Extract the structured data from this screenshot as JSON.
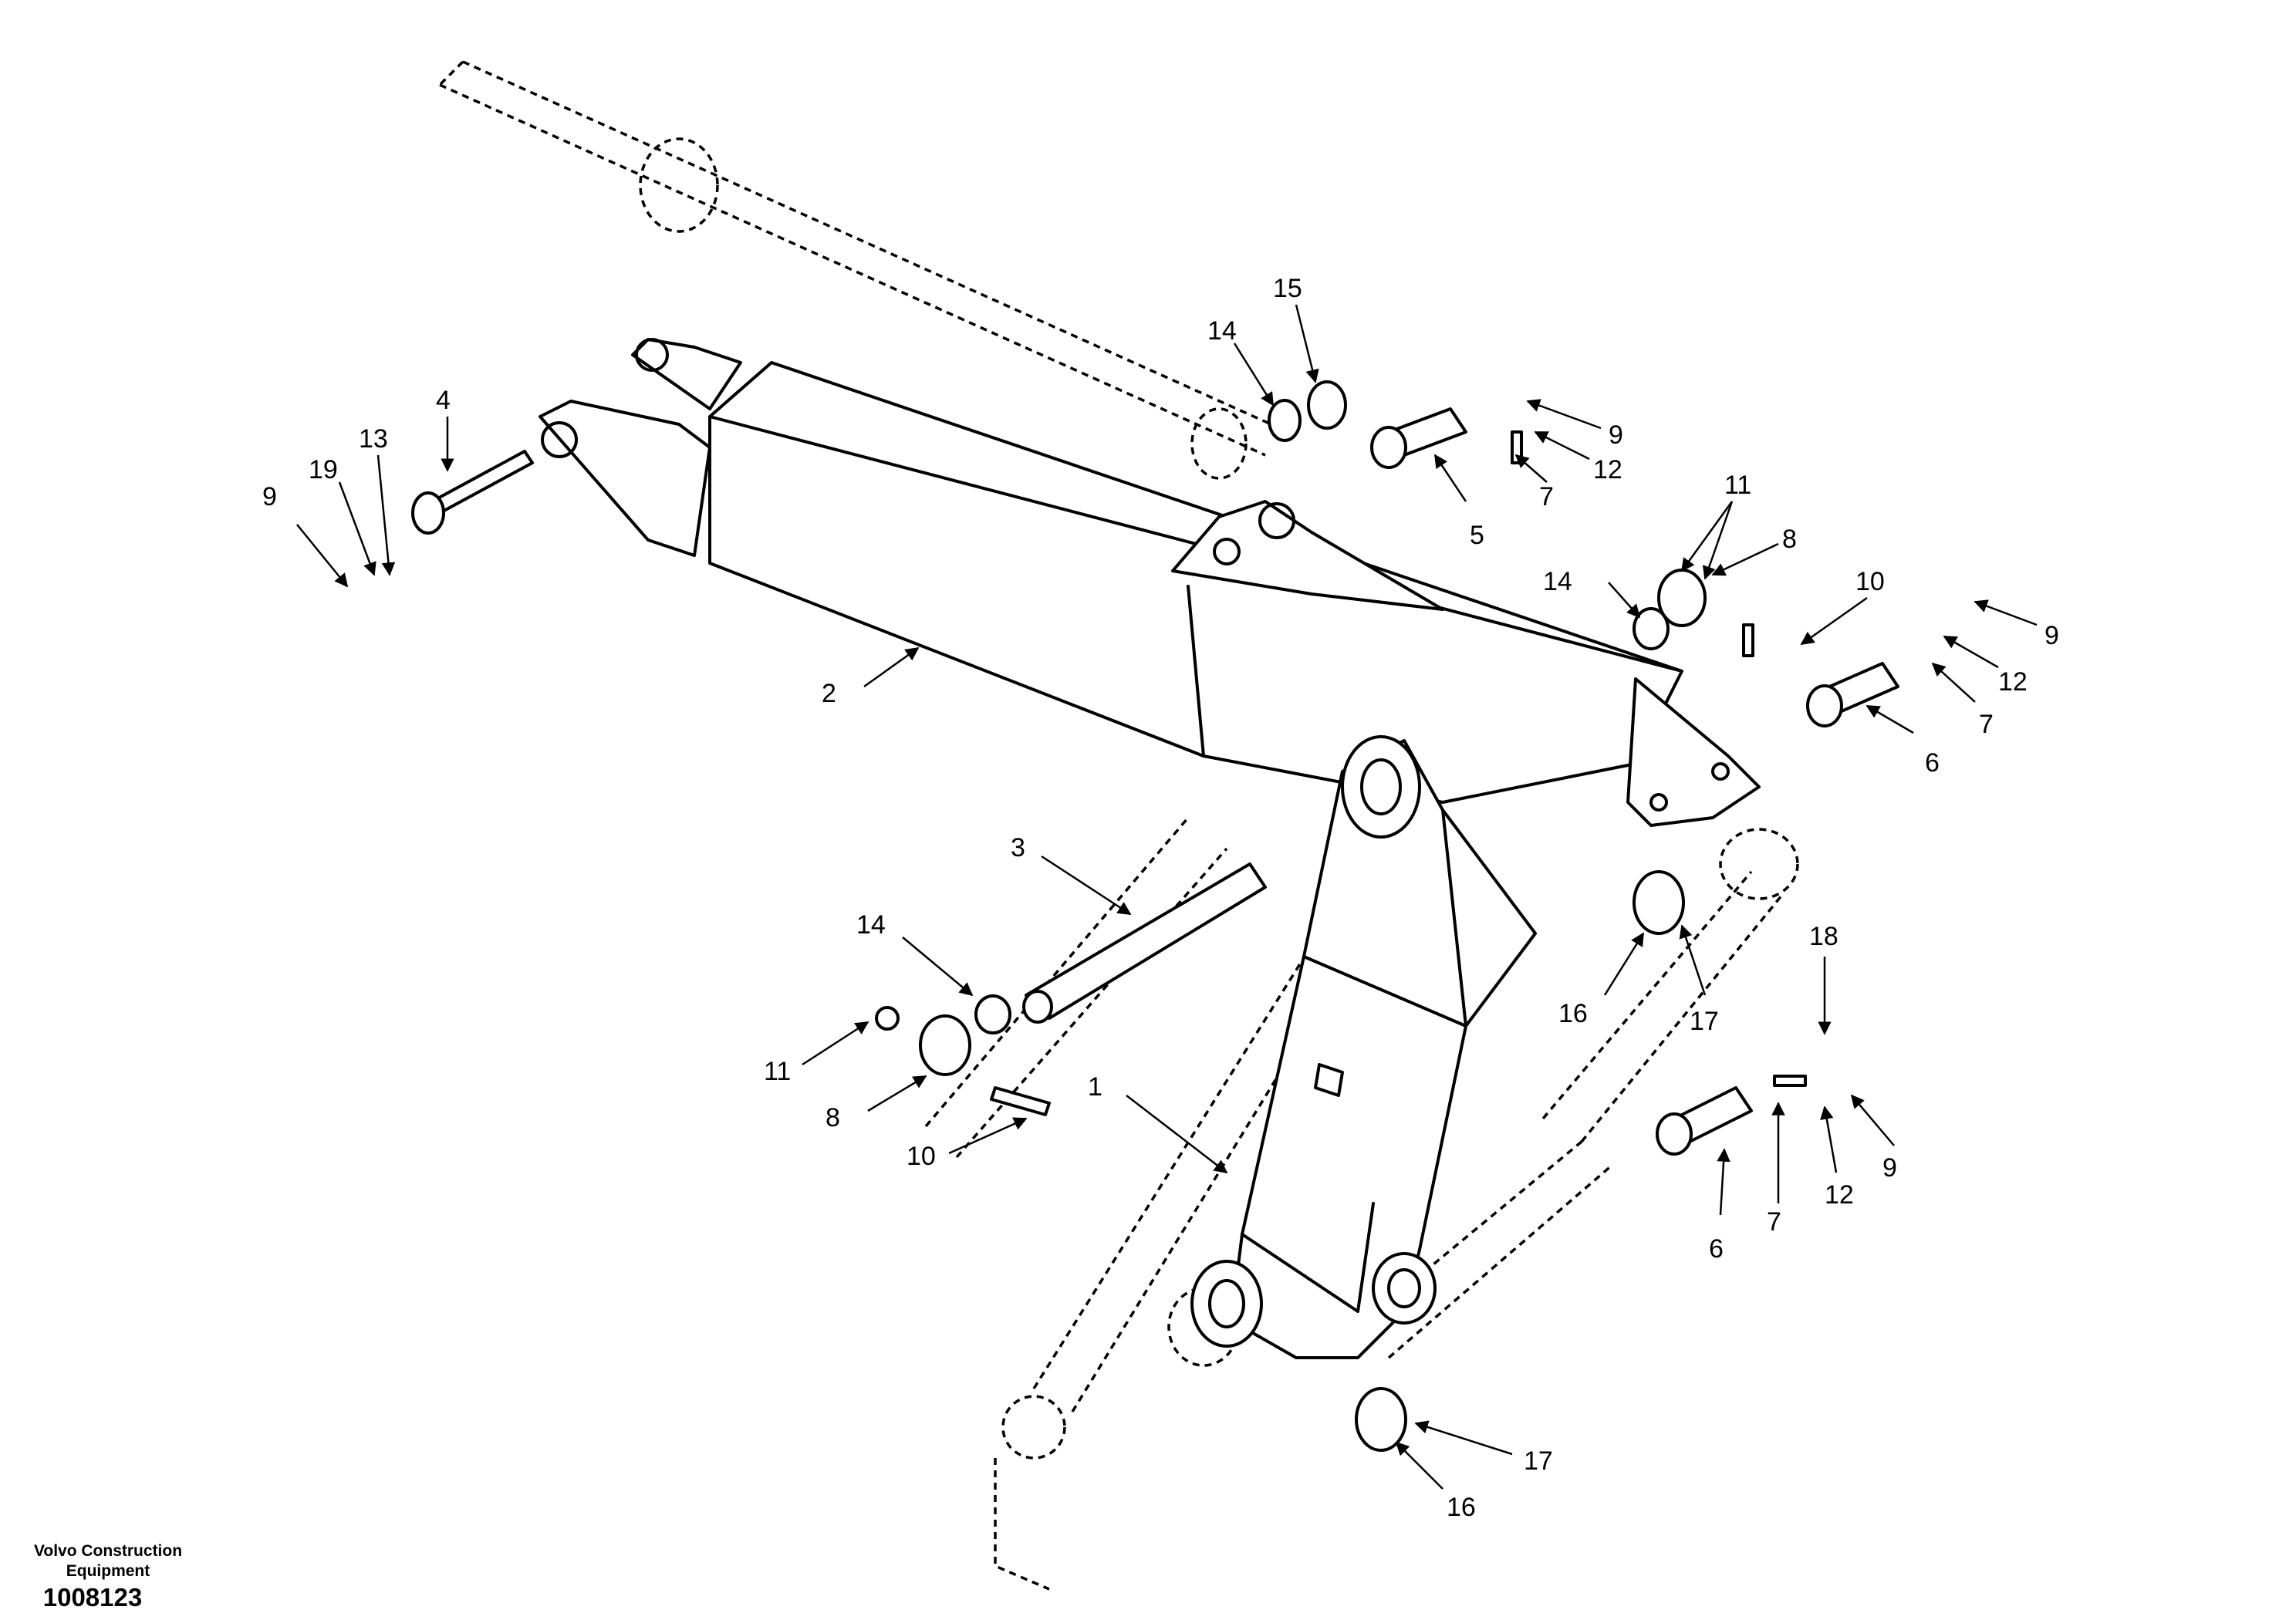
{
  "company": "Volvo Construction Equipment",
  "drawing_number": "1008123",
  "callouts": [
    "1",
    "2",
    "3",
    "4",
    "5",
    "6",
    "6",
    "7",
    "7",
    "7",
    "8",
    "8",
    "9",
    "9",
    "9",
    "9",
    "10",
    "10",
    "11",
    "11",
    "12",
    "12",
    "12",
    "13",
    "14",
    "14",
    "14",
    "15",
    "16",
    "16",
    "17",
    "17",
    "18",
    "19"
  ]
}
